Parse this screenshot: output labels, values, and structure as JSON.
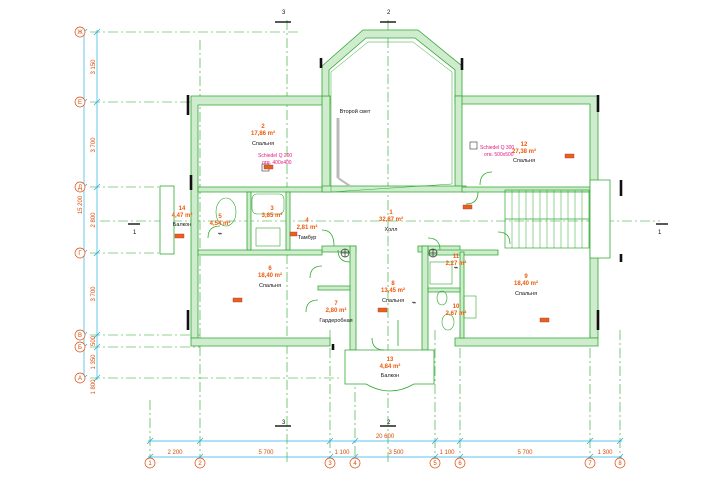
{
  "rooms": [
    {
      "num": "2",
      "area": "17,86 m²",
      "name": "Спальня"
    },
    {
      "num": "3",
      "area": "3,85 m²",
      "name": ""
    },
    {
      "num": "4",
      "area": "2,81 m²",
      "name": "Тамбур"
    },
    {
      "num": "5",
      "area": "4,54 m²",
      "name": ""
    },
    {
      "num": "14",
      "area": "4,47 m²",
      "name": "Балкон"
    },
    {
      "num": "6",
      "area": "18,40 m²",
      "name": "Спальня"
    },
    {
      "num": "7",
      "area": "2,80 m²",
      "name": "Гардеробная"
    },
    {
      "num": "1",
      "area": "32,87 m²",
      "name": "Холл"
    },
    {
      "num": "8",
      "area": "13,45 m²",
      "name": "Спальня"
    },
    {
      "num": "11",
      "area": "2,27 m²",
      "name": ""
    },
    {
      "num": "10",
      "area": "2,67 m²",
      "name": ""
    },
    {
      "num": "9",
      "area": "18,40 m²",
      "name": "Спальня"
    },
    {
      "num": "12",
      "area": "27,38 m²",
      "name": "Спальня"
    },
    {
      "num": "13",
      "area": "4,84 m²",
      "name": "Балкон"
    }
  ],
  "void_label": "Второй свет",
  "equipment_left": {
    "line1": "Schiedel Q 200",
    "line2": "отв. 400х400"
  },
  "equipment_right": {
    "line1": "Schiedel Q 300",
    "line2": "отв. 500х500"
  },
  "grid_bottom": [
    "1",
    "2",
    "3",
    "4",
    "5",
    "6",
    "7",
    "8"
  ],
  "grid_left": [
    "Ж",
    "Е",
    "Д",
    "Г",
    "В",
    "Б",
    "А"
  ],
  "dims_bottom": [
    "2 200",
    "5 700",
    "1 100",
    "3 500",
    "1 100",
    "5 700",
    "1 300"
  ],
  "dim_total": "20 600",
  "dims_left": [
    "3 150",
    "3 700",
    "2 800",
    "3 700",
    "500",
    "1 350",
    "1 800"
  ],
  "dim_left_total": "15 200",
  "section_marks": [
    "1",
    "1",
    "2",
    "2",
    "3",
    "3"
  ]
}
